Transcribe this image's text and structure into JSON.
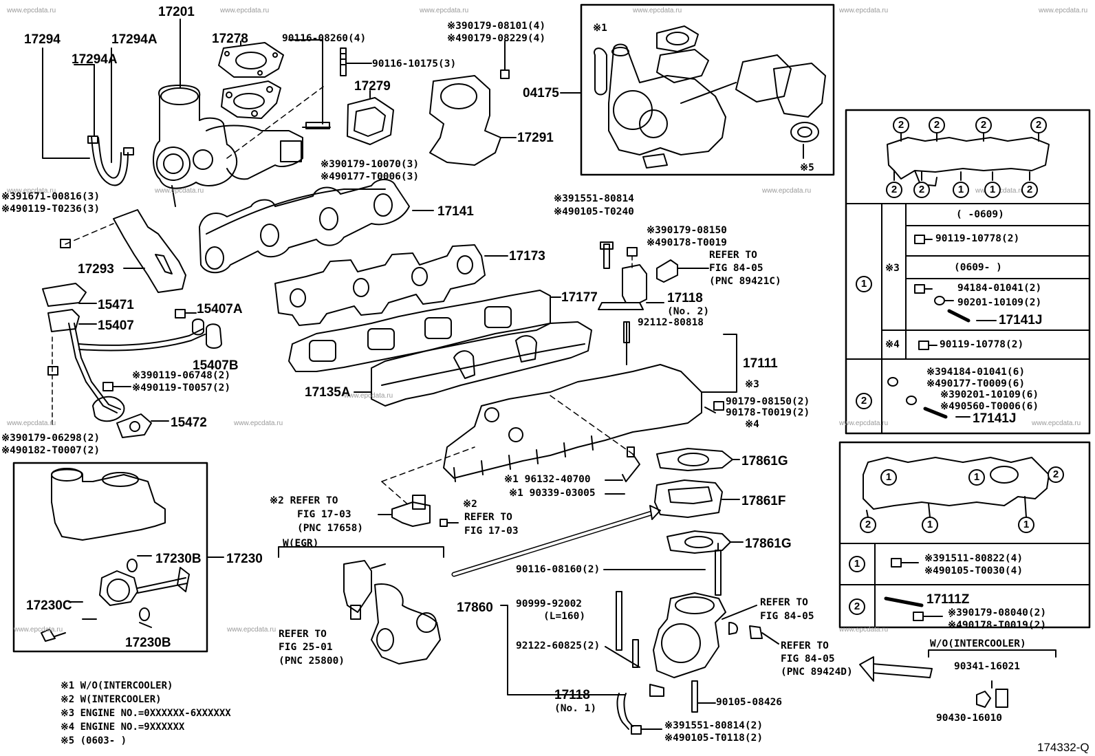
{
  "diagram_id": "174332-Q",
  "watermark": "www.epcdata.ru",
  "part_numbers": {
    "p17201": "17201",
    "p17294": "17294",
    "p17294a_top": "17294A",
    "p17294a_mid": "17294A",
    "p17278": "17278",
    "p17279": "17279",
    "p17291": "17291",
    "p04175": "04175",
    "p17293": "17293",
    "p17141": "17141",
    "p17173": "17173",
    "p17177": "17177",
    "p17118_top": "17118",
    "p17118_top_sub": "(No. 2)",
    "p17111": "17111",
    "p17135a": "17135A",
    "p15471": "15471",
    "p15407": "15407",
    "p15407a": "15407A",
    "p15407b": "15407B",
    "p15472": "15472",
    "p17861g_top": "17861G",
    "p17861f": "17861F",
    "p17861g_bot": "17861G",
    "p17230": "17230",
    "p17230b_top": "17230B",
    "p17230c": "17230C",
    "p17230b_bot": "17230B",
    "p17860": "17860",
    "p17118_bot": "17118",
    "p17118_bot_sub": "(No. 1)"
  },
  "callouts": {
    "c90116_08260": "90116-08260(4)",
    "c90116_10175": "90116-10175(3)",
    "c390179_08101": "※390179-08101(4)",
    "c490179_08229": "※490179-08229(4)",
    "c5": "※5",
    "c1_top": "※1",
    "c390179_10070": "※390179-10070(3)",
    "c490177_t0006": "※490177-T0006(3)",
    "c391671_00816": "※391671-00816(3)",
    "c490119_t0236": "※490119-T0236(3)",
    "c391551_80814": "※391551-80814",
    "c490105_t0240": "※490105-T0240",
    "c390179_08150": "※390179-08150",
    "c490178_t0019": "※490178-T0019",
    "refer_8405a_1": "REFER TO",
    "refer_8405a_2": "FIG 84-05",
    "refer_8405a_3": "(PNC 89421C)",
    "c92112_80818": "92112-80818",
    "c3_right": "※3",
    "c90179_08150": "90179-08150(2)",
    "c90178_t0019": "90178-T0019(2)",
    "c4_right": "※4",
    "c390119_06748": "※390119-06748(2)",
    "c490119_t0057": "※490119-T0057(2)",
    "c390179_06298": "※390179-06298(2)",
    "c490182_t0007": "※490182-T0007(2)",
    "c96132_40700": "※1 96132-40700",
    "c90339_03005": "※1 90339-03005",
    "refer_1703a_1": "※2 REFER TO",
    "refer_1703a_2": "FIG 17-03",
    "refer_1703a_3": "(PNC 17658)",
    "refer_1703b_1": "※2",
    "refer_1703b_2": "REFER TO",
    "refer_1703b_3": "FIG 17-03",
    "w_egr": "W(EGR)",
    "refer_2501_1": "REFER TO",
    "refer_2501_2": "FIG 25-01",
    "refer_2501_3": "(PNC 25800)",
    "c90116_08160": "90116-08160(2)",
    "c90999_92002": "90999-92002",
    "c90999_len": "(L=160)",
    "c92122_60825": "92122-60825(2)",
    "c90105_08426": "90105-08426",
    "c391551_80814_2": "※391551-80814(2)",
    "c490105_t0118": "※490105-T0118(2)",
    "refer_8405b_1": "REFER TO",
    "refer_8405b_2": "FIG 84-05",
    "refer_8405c_1": "REFER TO",
    "refer_8405c_2": "FIG 84-05",
    "refer_8405c_3": "(PNC 89424D)",
    "wo_intercooler": "W/O(INTERCOOLER)",
    "c90341_16021": "90341-16021",
    "c90430_16010": "90430-16010"
  },
  "table_top": {
    "circle_labels_top": [
      "2",
      "2",
      "2",
      "2"
    ],
    "circle_labels_bottom": [
      "2",
      "2",
      "1",
      "1",
      "2"
    ],
    "row1_no": "1",
    "row1_mark3": "※3",
    "row1_range_a": "(    -0609)",
    "row1_a_part": "90119-10778(2)",
    "row1_range_b": "(0609-    )",
    "row1_b_part1": "94184-01041(2)",
    "row1_b_part2": "90201-10109(2)",
    "row1_b_part3": "17141J",
    "row1_mark4": "※4",
    "row1_c_part": "90119-10778(2)",
    "row2_no": "2",
    "row2_part1": "※394184-01041(6)",
    "row2_part2": "※490177-T0009(6)",
    "row2_part3": "※390201-10109(6)",
    "row2_part4": "※490560-T0006(6)",
    "row2_part5": "17141J"
  },
  "table_bottom": {
    "circle_labels": [
      "1",
      "1",
      "2",
      "2",
      "1",
      "1"
    ],
    "row1_no": "1",
    "row1_part1": "※391511-80822(4)",
    "row1_part2": "※490105-T0030(4)",
    "row2_no": "2",
    "row2_part_main": "17111Z",
    "row2_part1": "※390179-08040(2)",
    "row2_part2": "※490178-T0019(2)"
  },
  "footnotes": [
    "※1 W/O(INTERCOOLER)",
    "※2 W(INTERCOOLER)",
    "※3 ENGINE NO.=0XXXXXX-6XXXXXX",
    "※4 ENGINE NO.=9XXXXXX",
    "※5 (0603-     )"
  ]
}
